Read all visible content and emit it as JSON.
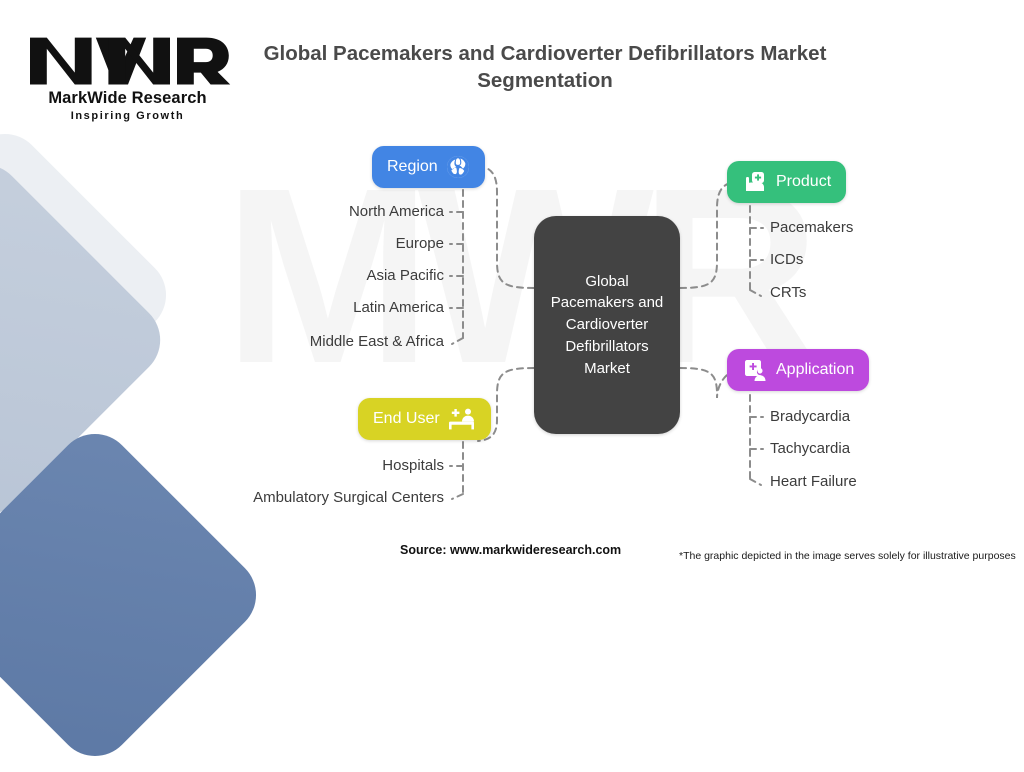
{
  "brand": {
    "name": "MarkWide Research",
    "tagline": "Inspiring Growth",
    "watermark": "MWR",
    "logo_icon": "mwr-monogram-icon"
  },
  "header": {
    "title": "Global Pacemakers and Cardioverter Defibrillators Market Segmentation"
  },
  "center": {
    "label": "Global Pacemakers and Cardioverter Defibrillators Market",
    "color": "#434343"
  },
  "branches": [
    {
      "id": "region",
      "label": "Region",
      "color": "#4285e4",
      "icon": "globe-icon",
      "side": "left",
      "items": [
        "North America",
        "Europe",
        "Asia Pacific",
        "Latin America",
        "Middle East & Africa"
      ]
    },
    {
      "id": "product",
      "label": "Product",
      "color": "#35c07c",
      "icon": "medical-device-icon",
      "side": "right",
      "items": [
        "Pacemakers",
        "ICDs",
        "CRTs"
      ]
    },
    {
      "id": "application",
      "label": "Application",
      "color": "#bd4ade",
      "icon": "medical-record-person-icon",
      "side": "right",
      "items": [
        "Bradycardia",
        "Tachycardia",
        "Heart Failure"
      ]
    },
    {
      "id": "enduser",
      "label": "End User",
      "color": "#d8d324",
      "icon": "patient-bed-icon",
      "side": "left",
      "items": [
        "Hospitals",
        "Ambulatory Surgical Centers"
      ]
    }
  ],
  "footer": {
    "source": "Source: www.markwideresearch.com",
    "disclaimer": "*The graphic depicted in the image serves solely for illustrative purposes"
  },
  "connector": {
    "color": "#8c8c8c",
    "style": "dashed"
  }
}
